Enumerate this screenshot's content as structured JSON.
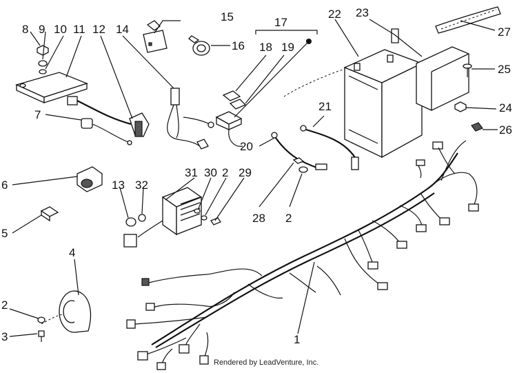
{
  "labels": {
    "p1": "1",
    "p2a": "2",
    "p2b": "2",
    "p2c": "2",
    "p3": "3",
    "p4": "4",
    "p5": "5",
    "p6": "6",
    "p7": "7",
    "p8": "8",
    "p9": "9",
    "p10": "10",
    "p11": "11",
    "p12": "12",
    "p13": "13",
    "p14": "14",
    "p15": "15",
    "p16": "16",
    "p17": "17",
    "p18": "18",
    "p19": "19",
    "p20": "20",
    "p21": "21",
    "p22": "22",
    "p23": "23",
    "p24": "24",
    "p25": "25",
    "p26": "26",
    "p27": "27",
    "p28": "28",
    "p29": "29",
    "p30": "30",
    "p31": "31",
    "p32": "32"
  },
  "credit": "Rendered by LeadVenture, Inc."
}
